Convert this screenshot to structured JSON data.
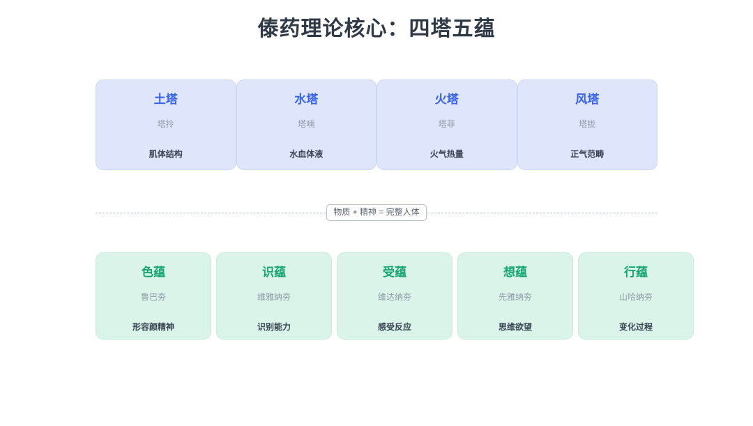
{
  "header": {
    "title": "傣药理论核心：四塔五蕴"
  },
  "towers": {
    "section_name": "four-towers",
    "accent_color": "#3563e9",
    "card_bg": "#dfe5fb",
    "card_border": "#ccd6f7",
    "items": [
      {
        "title": "土塔",
        "sub": "塔拎",
        "desc": "肌体结构"
      },
      {
        "title": "水塔",
        "sub": "塔喃",
        "desc": "水血体液"
      },
      {
        "title": "火塔",
        "sub": "塔菲",
        "desc": "火气热量"
      },
      {
        "title": "风塔",
        "sub": "塔拢",
        "desc": "正气范畴"
      }
    ]
  },
  "divider": {
    "label": "物质 + 精神 = 完整人体",
    "line_color": "#b4bcc6"
  },
  "aggregates": {
    "section_name": "five-aggregates",
    "accent_color": "#17a673",
    "card_bg": "#dbf4e9",
    "card_border": "#c6ecdb",
    "items": [
      {
        "title": "色蕴",
        "sub": "鲁巴夯",
        "desc": "形容颜精神"
      },
      {
        "title": "识蕴",
        "sub": "维雅纳夯",
        "desc": "识别能力"
      },
      {
        "title": "受蕴",
        "sub": "维达纳夯",
        "desc": "感受反应"
      },
      {
        "title": "想蕴",
        "sub": "先雅纳夯",
        "desc": "思维欲望"
      },
      {
        "title": "行蕴",
        "sub": "山哈纳夯",
        "desc": "变化过程"
      }
    ]
  }
}
